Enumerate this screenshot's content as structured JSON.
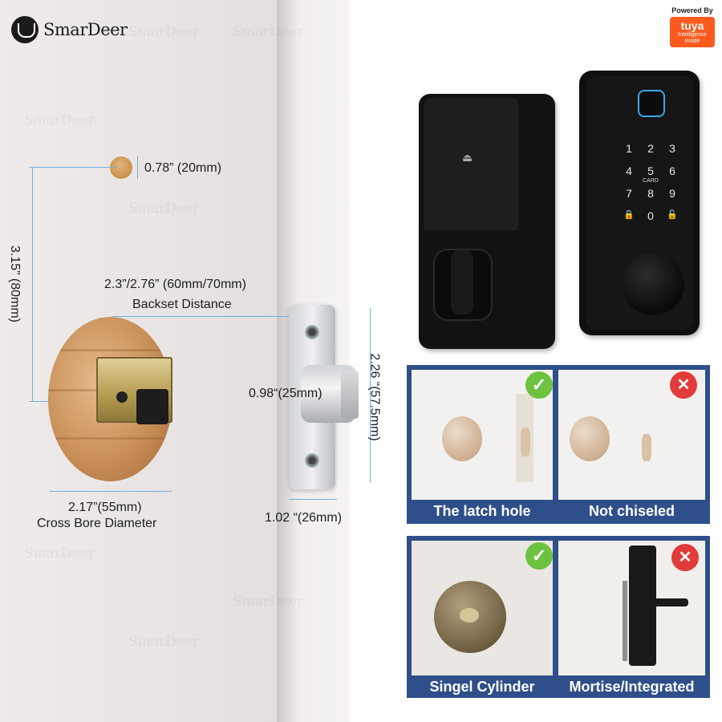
{
  "brand": {
    "name": "SmarDeer"
  },
  "badge": {
    "powered_by": "Powered By",
    "name": "tuya",
    "sub": "Intelligence Inside"
  },
  "watermark": "SmarDeer",
  "dimensions": {
    "small_hole": "0.78” (20mm)",
    "height": "3.15” (80mm)",
    "backset": "2.3”/2.76” (60mm/70mm)",
    "backset_caption": "Backset Distance",
    "plate_height": "2.26 “(57.5mm)",
    "bolt_dia": "0.98“(25mm)",
    "plate_width": "1.02 “(26mm)",
    "cross_bore": "2.17”(55mm)",
    "cross_bore_caption": "Cross Bore Diameter"
  },
  "keypad": {
    "keys": [
      "1",
      "2",
      "3",
      "4",
      "5",
      "6",
      "7",
      "8",
      "9",
      "🔒",
      "0",
      "🔓"
    ],
    "card_label": "CARD"
  },
  "comparison": {
    "latch_hole": "The latch hole",
    "not_chiseled": "Not chiseled",
    "single_cylinder": "Singel Cylinder",
    "mortise": "Mortise/Integrated"
  },
  "colors": {
    "accent_blue": "#2f4f8a",
    "ok_green": "#6dc23f",
    "no_red": "#e23b3b",
    "tuya_orange": "#ff5a1e",
    "dimension_line": "#6fb0df"
  }
}
